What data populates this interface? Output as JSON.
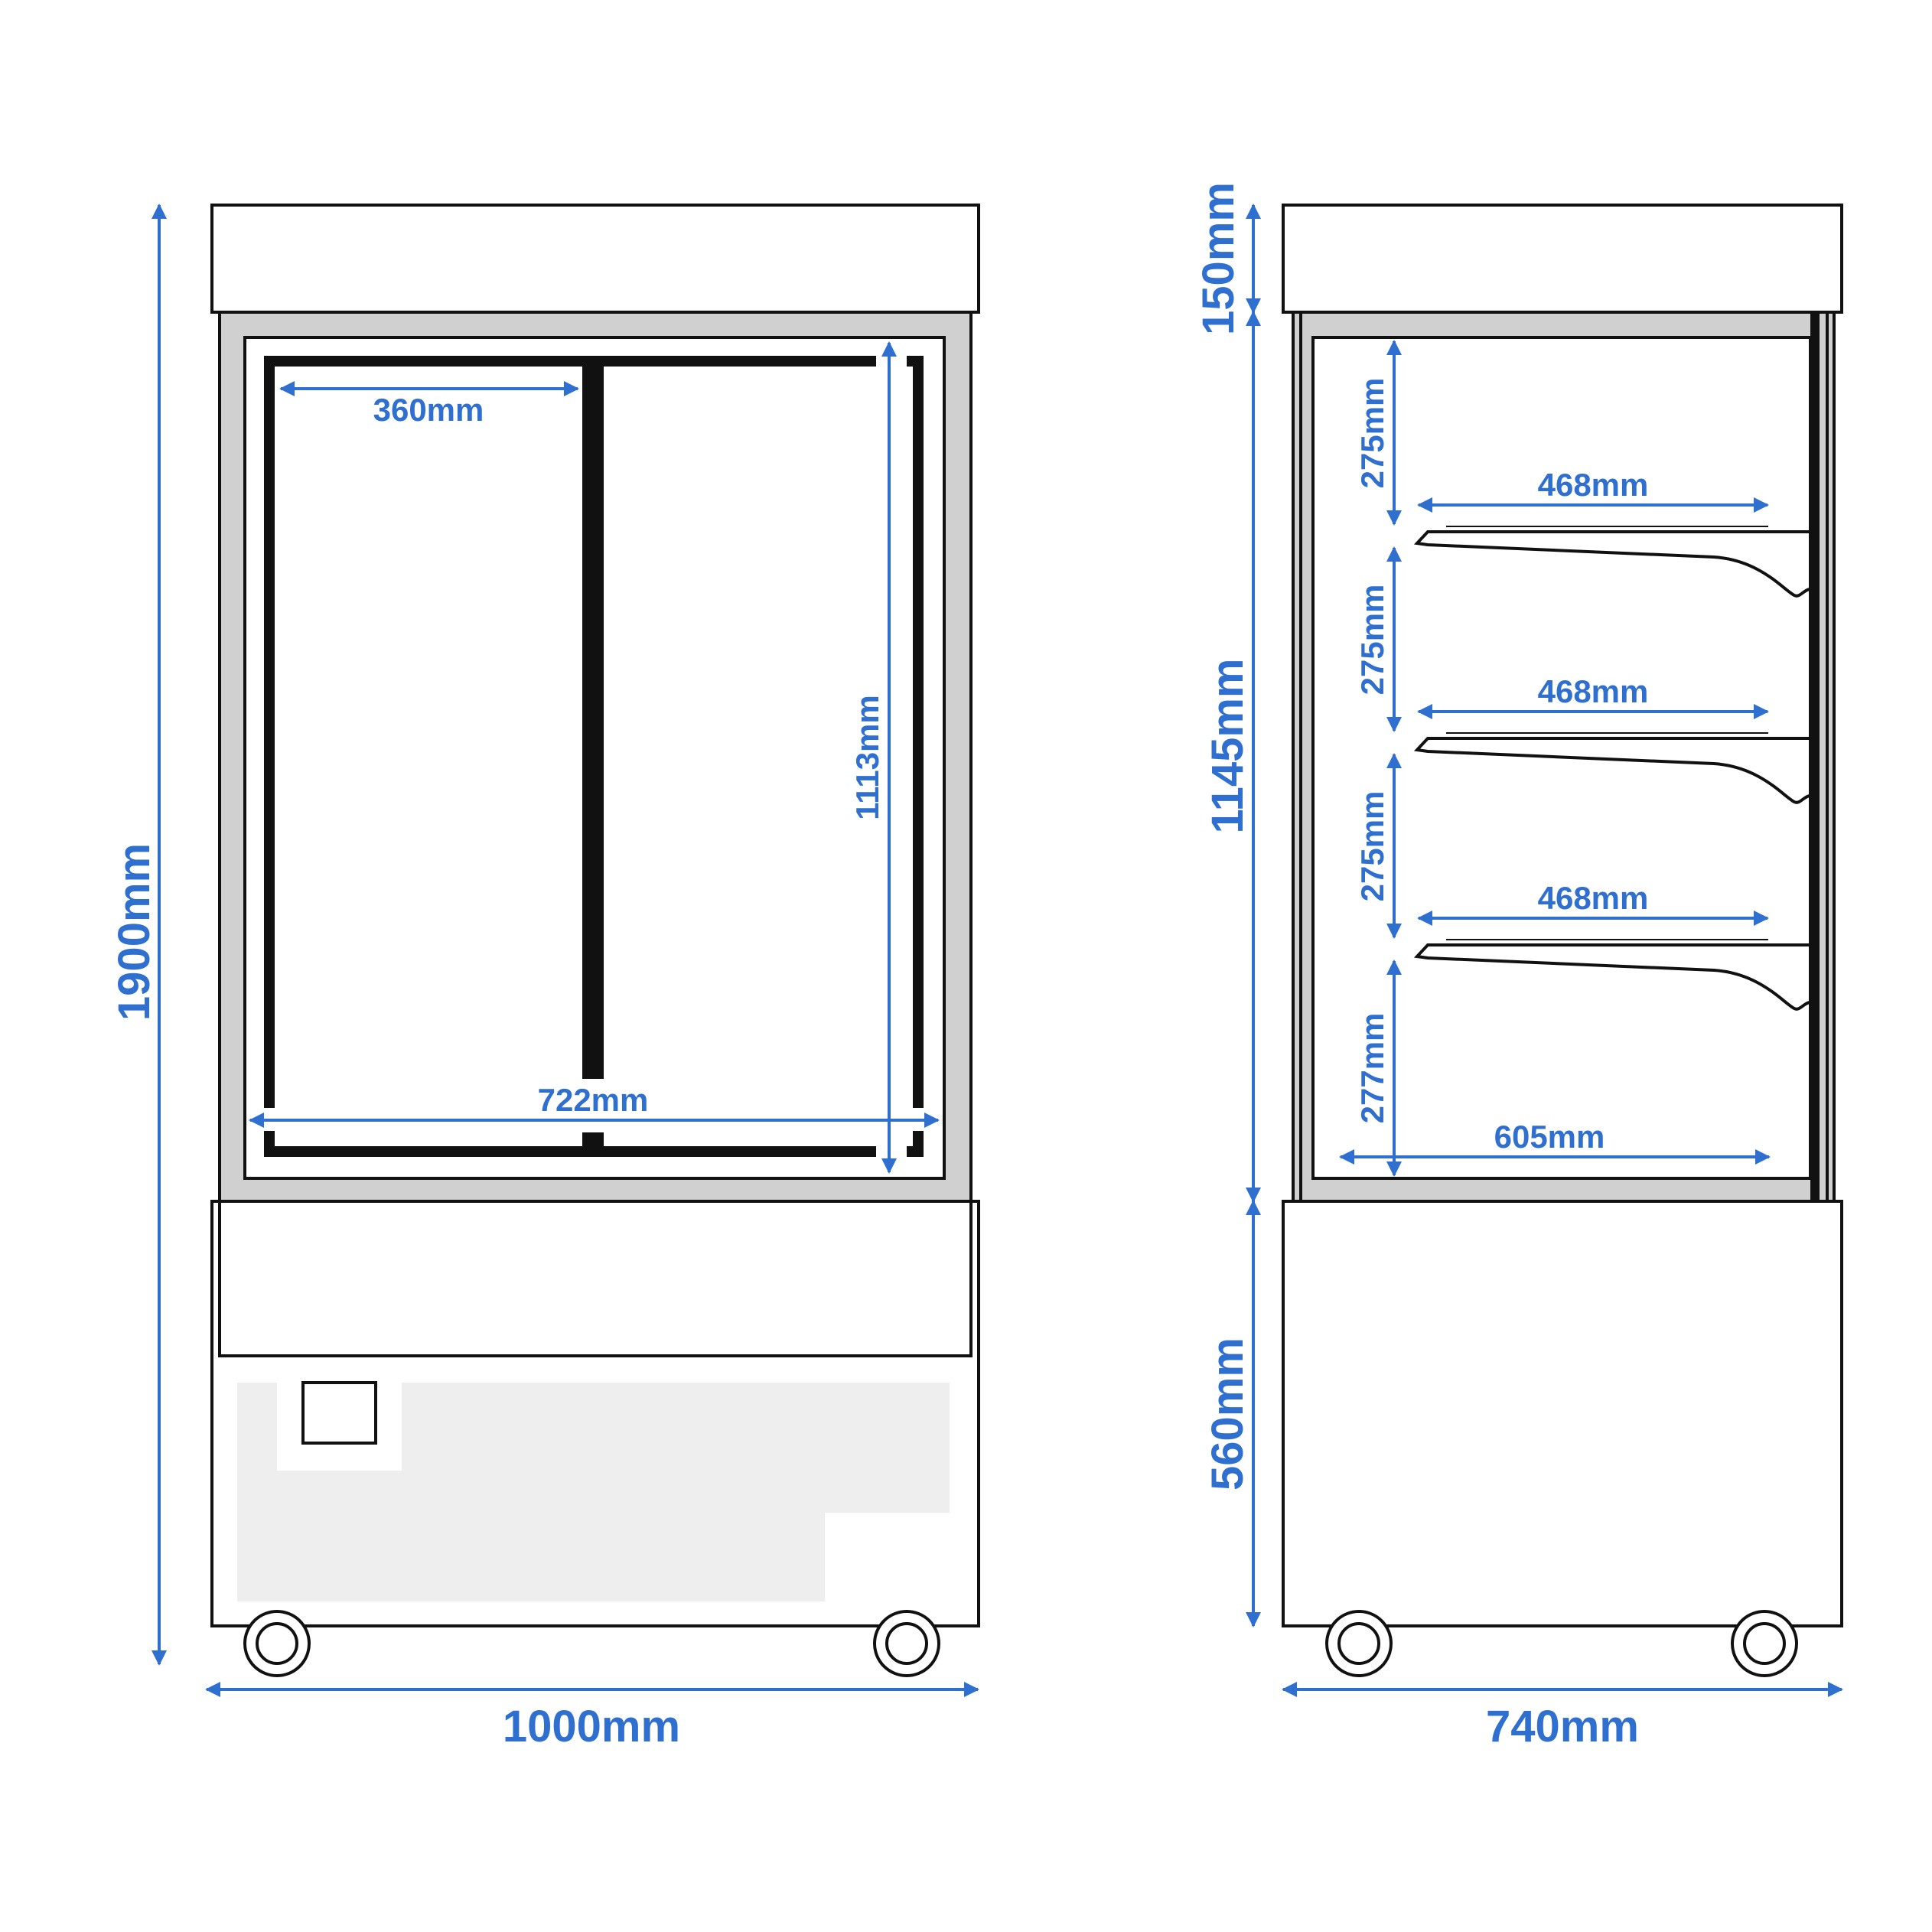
{
  "colors": {
    "dimension": "#2f6fcf",
    "outline": "#111111",
    "frame_fill": "#d0d0d0",
    "panel_fill": "#eeeeee"
  },
  "front_view": {
    "height_label": "1900mm",
    "width_label": "1000mm",
    "door_width_label": "360mm",
    "interior_width_label": "722mm",
    "interior_height_label": "1113mm"
  },
  "side_view": {
    "canopy_height_label": "150mm",
    "display_height_label": "1145mm",
    "base_height_label": "560mm",
    "depth_label": "740mm",
    "shelf_spacing_labels": [
      "275mm",
      "275mm",
      "275mm",
      "277mm"
    ],
    "shelf_depth_labels": [
      "468mm",
      "468mm",
      "468mm"
    ],
    "floor_depth_label": "605mm"
  }
}
